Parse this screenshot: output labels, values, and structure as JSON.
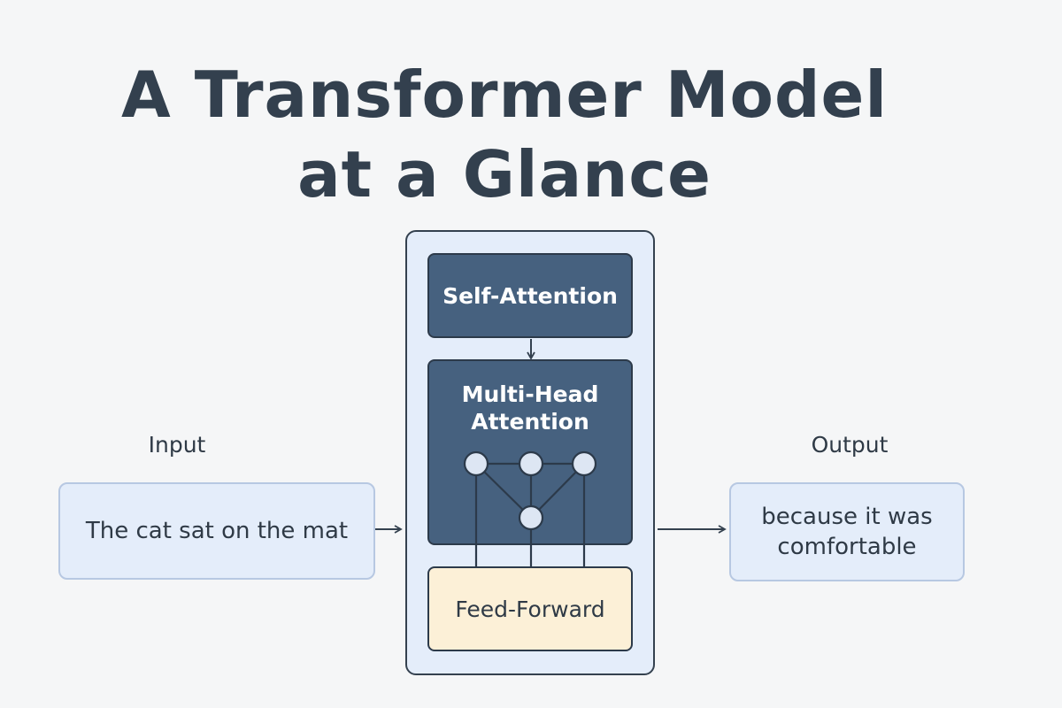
{
  "title": {
    "line1": "A Transformer Model",
    "line2": "at a Glance"
  },
  "input": {
    "label": "Input",
    "text": "The cat sat on the mat"
  },
  "output": {
    "label": "Output",
    "text_line1": "because it was",
    "text_line2": "comfortable"
  },
  "transformer_block": {
    "self_attention": "Self-Attention",
    "multi_head_attention_line1": "Multi-Head",
    "multi_head_attention_line2": "Attention",
    "feed_forward": "Feed-Forward"
  },
  "colors": {
    "background": "#f5f6f7",
    "dark_module": "#46617f",
    "light_box": "#e4edfa",
    "feed_forward": "#fcf0d7",
    "outline": "#34414f"
  }
}
